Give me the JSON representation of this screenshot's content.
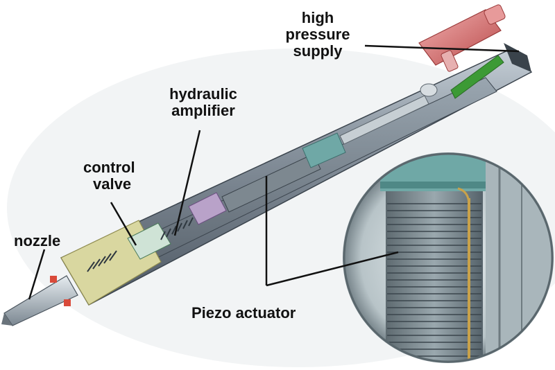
{
  "labels": {
    "high_pressure_supply": [
      "high",
      "pressure",
      "supply"
    ],
    "hydraulic_amplifier": [
      "hydraulic",
      "amplifier"
    ],
    "control_valve": [
      "control",
      "valve"
    ],
    "nozzle": "nozzle",
    "piezo_actuator": "Piezo actuator"
  },
  "colors": {
    "background": "#ffffff",
    "body_metal": "#8a95a0",
    "body_dark": "#4e5863",
    "nozzle_tip": "#b9c3cc",
    "brass_cap": "#d9d7a0",
    "connector_red": "#d96a6a",
    "fuel_line_green": "#3c9a35",
    "piezo_teal": "#6fa8a6",
    "callout_line": "#111111"
  }
}
